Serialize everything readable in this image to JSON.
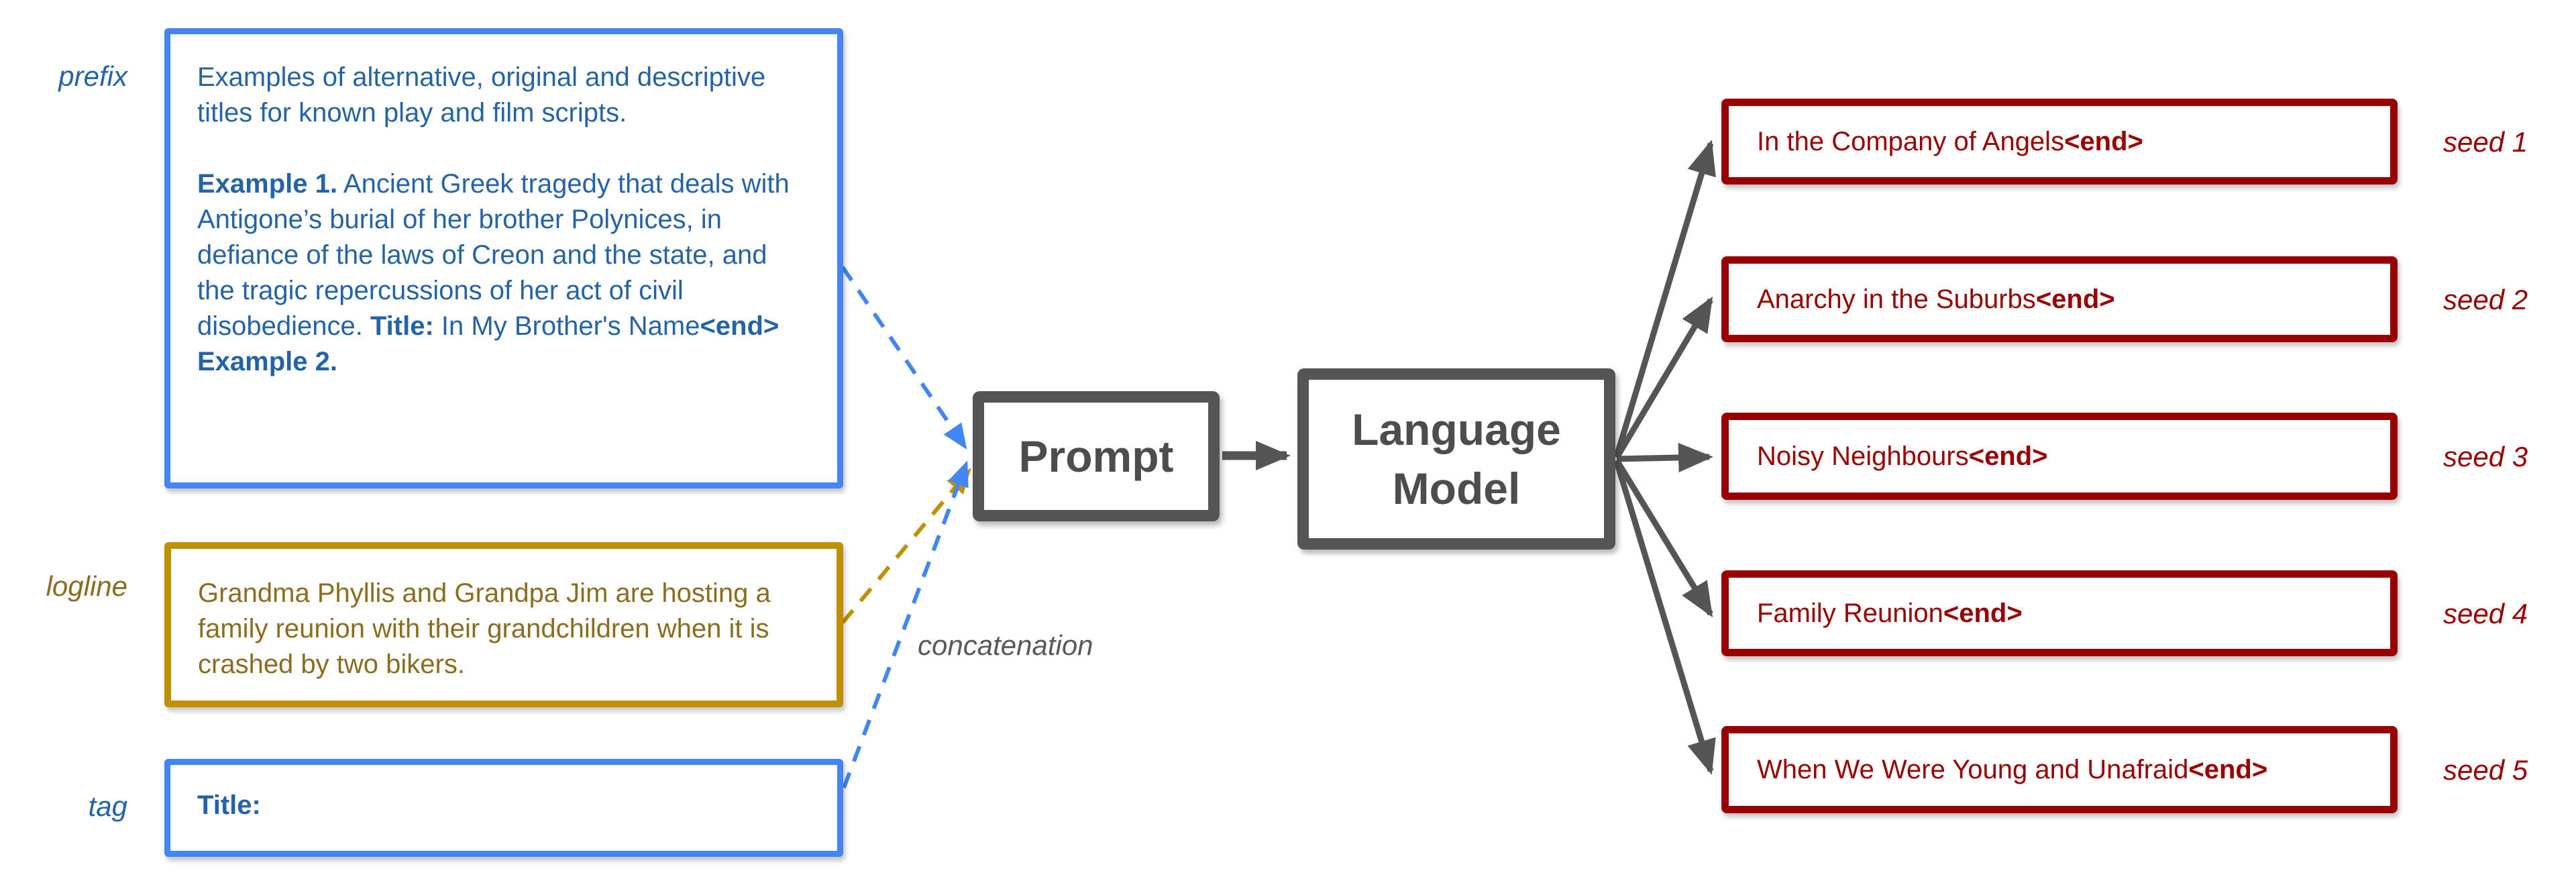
{
  "labels": {
    "prefix": "prefix",
    "logline": "logline",
    "tag": "tag",
    "concatenation": "concatenation"
  },
  "prefix_box": {
    "segments": [
      {
        "t": "Examples of alternative, original and descriptive titles for known play and film scripts."
      },
      {
        "br": 2
      },
      {
        "t": "Example 1.",
        "b": true
      },
      {
        "t": " Ancient Greek tragedy that deals with Antigone’s burial of her brother Polynices, in defiance of the laws of Creon and the state, and the tragic repercussions of her act of civil disobedience. "
      },
      {
        "t": "Title:",
        "b": true
      },
      {
        "t": " In My Brother's Name"
      },
      {
        "t": "<end>",
        "b": true
      },
      {
        "br": 1
      },
      {
        "t": "Example 2.",
        "b": true
      }
    ]
  },
  "logline_box": {
    "text": "Grandma Phyllis and Grandpa Jim are hosting a family reunion with their grandchildren when it is crashed by two bikers."
  },
  "tag_box": {
    "text": "Title:"
  },
  "prompt_box": {
    "title": "Prompt"
  },
  "model_box": {
    "title": "Language Model"
  },
  "outputs": [
    {
      "title": "In the Company of Angels",
      "end_token": "<end>",
      "seed": "seed 1"
    },
    {
      "title": "Anarchy in the Suburbs",
      "end_token": "<end>",
      "seed": "seed 2"
    },
    {
      "title": "Noisy Neighbours",
      "end_token": "<end>",
      "seed": "seed 3"
    },
    {
      "title": "Family Reunion",
      "end_token": "<end>",
      "seed": "seed 4"
    },
    {
      "title": "When We Were Young and Unafraid",
      "end_token": "<end>",
      "seed": "seed 5"
    }
  ],
  "colors": {
    "blue_border": "#4285f4",
    "blue_text": "#2563a8",
    "gold_border": "#bf9000",
    "gold_text": "#8c6d1f",
    "red": "#990000",
    "gray": "#555555",
    "note_gray": "#595959"
  }
}
